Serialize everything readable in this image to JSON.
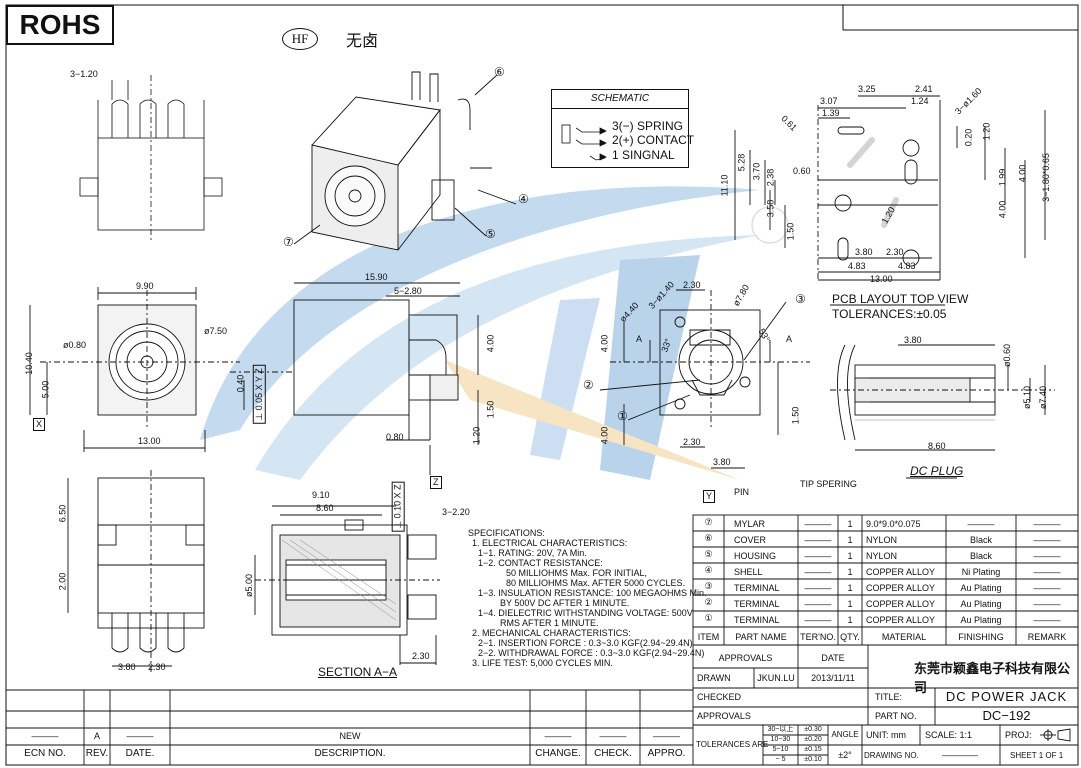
{
  "header": {
    "rohs": "ROHS",
    "hf_badge": "HF",
    "hf_text": "无卤"
  },
  "schematic": {
    "title": "SCHEMATIC",
    "pins": [
      "3(−)  SPRING",
      "2(+)  CONTACT",
      "1    SINGNAL"
    ]
  },
  "callouts": [
    "①",
    "②",
    "③",
    "④",
    "⑤",
    "⑥",
    "⑦"
  ],
  "dimensions": {
    "top_left": "3−1.20",
    "front_width": "9.90",
    "dia_080": "ø0.80",
    "dia_750": "ø7.50",
    "h_1040": "10.40",
    "h_500": "5.00",
    "front_bottom": "13.00",
    "datum_x": "X",
    "datum_z": "Z",
    "datum_y": "Y",
    "side_1590": "15.90",
    "side_280": "5−2.80",
    "side_400": "4.00",
    "side_150": "1.50",
    "side_120": "1.20",
    "side_080": "0.80",
    "side_040": "0.40",
    "tol_xyz": "⊥ 0.05 X Y Z",
    "bot_650": "6.50",
    "bot_200": "2.00",
    "bot_380": "3.80",
    "bot_230": "2.30",
    "sec_910": "9.10",
    "sec_860": "8.60",
    "sec_220": "3−2.20",
    "sec_dia500": "ø5.00",
    "sec_230": "2.30",
    "sec_tol": "⊥ 0.10 X Z",
    "rear_230": "2.30",
    "rear_dia140": "3−ø1.40",
    "rear_dia440": "ø4.40",
    "rear_dia780": "ø7.80",
    "rear_33a": "33°",
    "rear_33b": "53°",
    "rear_a1": "A",
    "rear_a2": "A",
    "rear_400a": "4.00",
    "rear_400b": "4.00",
    "rear_150": "1.50",
    "rear_230b": "2.30",
    "rear_380": "3.80",
    "pcb_325": "3.25",
    "pcb_241": "2.41",
    "pcb_307": "3.07",
    "pcb_124": "1.24",
    "pcb_139": "1.39",
    "pcb_dia160": "3−ø1.60",
    "pcb_061": "0.61",
    "pcb_020": "0.20",
    "pcb_120a": "1.20",
    "pcb_528": "5.28",
    "pcb_370": "3.70",
    "pcb_238": "2.38",
    "pcb_060": "0.60",
    "pcb_1110": "11.10",
    "pcb_358": "3.58",
    "pcb_150": "1.50",
    "pcb_120b": "1.20",
    "pcb_199": "1.99",
    "pcb_400a": "4.00",
    "pcb_400b": "4.00",
    "pcb_slot": "3−1.80*0.65",
    "pcb_380": "3.80",
    "pcb_230": "2.30",
    "pcb_483a": "4.83",
    "pcb_483b": "4.83",
    "pcb_1300": "13.00",
    "plug_380": "3.80",
    "plug_dia060": "ø0.60",
    "plug_dia510": "ø5.10",
    "plug_dia740": "ø7.40",
    "plug_860": "8.60"
  },
  "labels": {
    "pcb_layout": "PCB LAYOUT TOP VIEW",
    "tolerances": "TOLERANCES:±0.05",
    "dc_plug": "DC PLUG",
    "pin": "PIN",
    "tip_spring": "TIP SPERING",
    "section": "SECTION A−A"
  },
  "specs": [
    "SPECIFICATIONS:",
    "1. ELECTRICAL CHARACTERISTICS:",
    "   1−1. RATING: 20V, 7A Min.",
    "   1−2. CONTACT RESISTANCE:",
    "          50 MILLIOHMS Max. FOR INITIAL,",
    "          80 MILLIOHMS Max. AFTER 5000 CYCLES.",
    "   1−3. INSULATION RESISTANCE: 100 MEGAOHMS Min.",
    "          BY 500V DC AFTER 1 MINUTE.",
    "   1−4. DIELECTRIC WITHSTANDING VOLTAGE: 500V",
    "          RMS AFTER 1 MINUTE.",
    "2. MECHANICAL CHARACTERISTICS:",
    "   2−1. INSERTION FORCE : 0.3~3.0 KGF(2.94~29.4N)",
    "   2−2. WITHDRAWAL FORCE : 0.3~3.0 KGF(2.94~29.4N)",
    "3. LIFE TEST: 5,000 CYCLES MIN."
  ],
  "bom": {
    "headers": [
      "ITEM",
      "PART NAME",
      "TER'NO.",
      "QTY.",
      "MATERIAL",
      "FINISHING",
      "REMARK"
    ],
    "rows": [
      {
        "item": "⑦",
        "name": "MYLAR",
        "terno": "———",
        "qty": "1",
        "material": "9.0*9.0*0.075",
        "finishing": "———",
        "remark": "———"
      },
      {
        "item": "⑥",
        "name": "COVER",
        "terno": "———",
        "qty": "1",
        "material": "NYLON",
        "finishing": "Black",
        "remark": "———"
      },
      {
        "item": "⑤",
        "name": "HOUSING",
        "terno": "———",
        "qty": "1",
        "material": "NYLON",
        "finishing": "Black",
        "remark": "———"
      },
      {
        "item": "④",
        "name": "SHELL",
        "terno": "———",
        "qty": "1",
        "material": "COPPER ALLOY",
        "finishing": "Ni Plating",
        "remark": "———"
      },
      {
        "item": "③",
        "name": "TERMINAL",
        "terno": "———",
        "qty": "1",
        "material": "COPPER ALLOY",
        "finishing": "Au Plating",
        "remark": "———"
      },
      {
        "item": "②",
        "name": "TERMINAL",
        "terno": "———",
        "qty": "1",
        "material": "COPPER ALLOY",
        "finishing": "Au Plating",
        "remark": "———"
      },
      {
        "item": "①",
        "name": "TERMINAL",
        "terno": "———",
        "qty": "1",
        "material": "COPPER ALLOY",
        "finishing": "Au Plating",
        "remark": "———"
      }
    ]
  },
  "titleblock": {
    "approvals_hdr": "APPROVALS",
    "date_hdr": "DATE",
    "drawn": "DRAWN",
    "drawn_by": "JKUN.LU",
    "drawn_date": "2013/11/11",
    "checked": "CHECKED",
    "approvals": "APPROVALS",
    "company": "东莞市颖鑫电子科技有限公司",
    "title_lbl": "TITLE:",
    "title_val": "DC  POWER  JACK",
    "partno_lbl": "PART  NO.",
    "partno_val": "DC−192",
    "tol_lbl": "TOLERANCES  ARE",
    "tol_rows": [
      [
        "30~以上",
        "±0.30"
      ],
      [
        "10~30",
        "±0.20"
      ],
      [
        "5~10",
        "±0.15"
      ],
      [
        "~ 5",
        "±0.10"
      ]
    ],
    "angle_lbl": "ANGLE",
    "angle_val": "±2°",
    "unit": "UNIT:  mm",
    "scale": "SCALE:   1:1",
    "proj": "PROJ:",
    "drawing_no": "DRAWING  NO.",
    "drawing_val": "————",
    "sheet": "SHEET   1  OF  1"
  },
  "revision": {
    "rev": "A",
    "desc": "NEW",
    "date": "———",
    "change": "———",
    "check": "———",
    "appro": "———",
    "ecn": "———",
    "headers": [
      "ECN  NO.",
      "REV.",
      "DATE.",
      "DESCRIPTION.",
      "CHANGE.",
      "CHECK.",
      "APPRO."
    ]
  }
}
